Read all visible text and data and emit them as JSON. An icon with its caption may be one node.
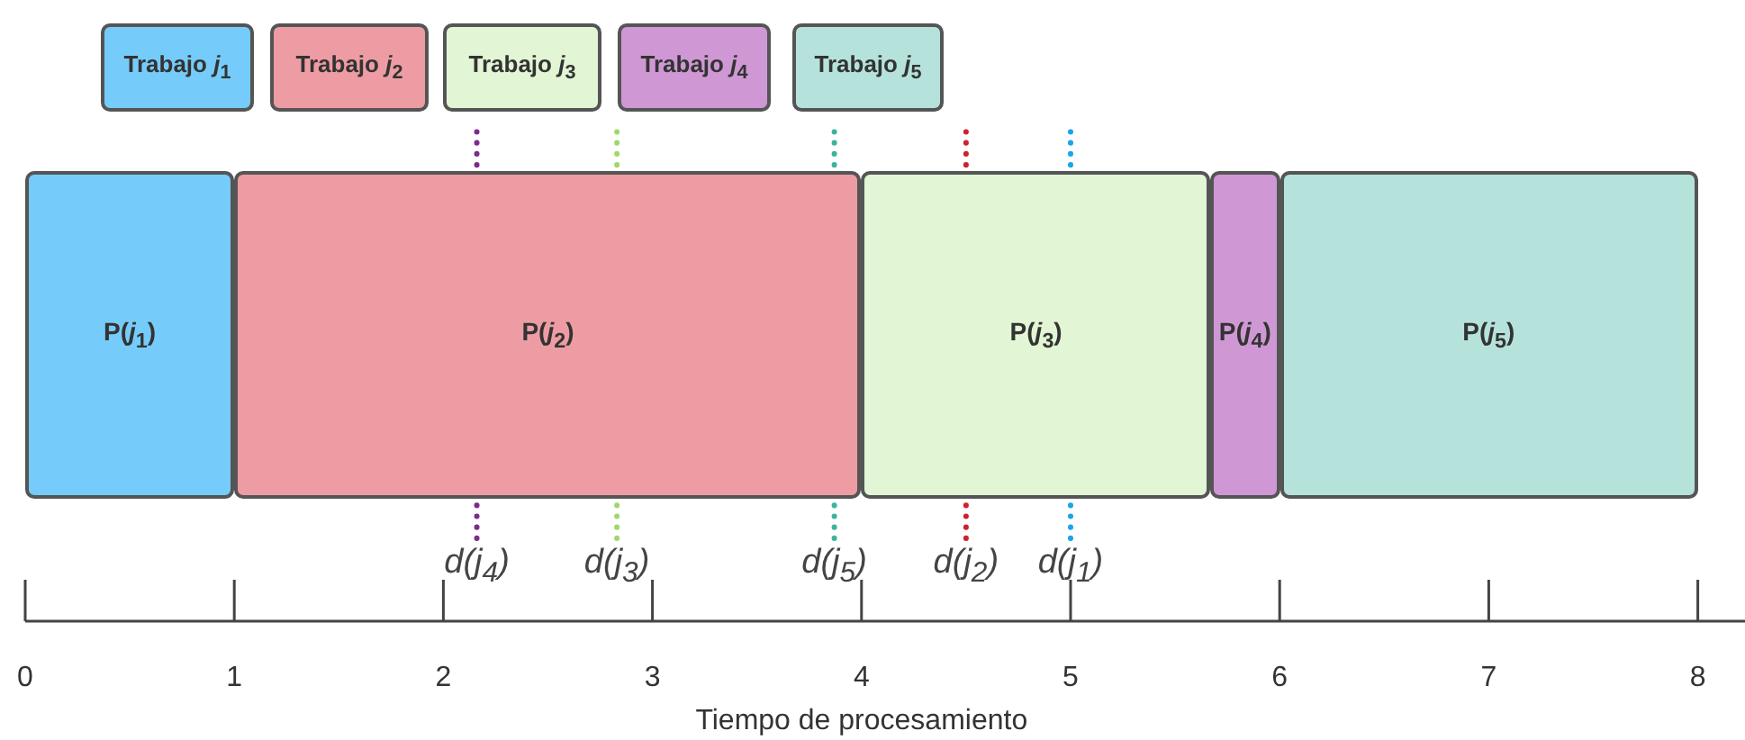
{
  "diagram": {
    "nodes": [
      {
        "text": [
          "P(*j*$_{1}$)"
        ]
      },
      {
        "text": [
          "P(*j*$_{2}$)"
        ]
      },
      {
        "text": [
          "P(*j*$_{3}$)"
        ]
      },
      {
        "text": [
          "P(*j*$_{4}$)"
        ]
      },
      {
        "text": [
          "P(*j*$_{5}$)"
        ]
      },
      {
        "text": [
          "d(j$_{4}$)"
        ]
      },
      {
        "text": [
          "d(j$_{3}$)"
        ]
      },
      {
        "text": [
          "d(j$_{5}$)"
        ]
      },
      {
        "text": [
          "d(j$_{2}$)"
        ]
      },
      {
        "text": [
          "d(j$_{1}$)"
        ]
      }
    ],
    "edges": [
      {
        "from": 5,
        "to": null,
        "arrow": "none",
        "style": "dashed",
        "color": "#7b2c8c"
      },
      {
        "from": 6,
        "to": null,
        "arrow": "none",
        "style": "dashed",
        "color": "#9ed96a"
      },
      {
        "from": 7,
        "to": null,
        "arrow": "none",
        "style": "dashed",
        "color": "#3cb39f"
      },
      {
        "from": 8,
        "to": null,
        "arrow": "none",
        "style": "dashed",
        "color": "#d0202e"
      },
      {
        "from": 9,
        "to": null,
        "arrow": "none",
        "style": "dashed",
        "color": "#1aa5e8"
      }
    ],
    "labels": [
      "0",
      "1",
      "2",
      "3",
      "4",
      "5",
      "6",
      "7",
      "8",
      "Tiempo de procesamiento"
    ],
    "legend": [
      {
        "text": "Trabajo *j*$_{1}$",
        "color": "#75ccfa"
      },
      {
        "text": "Trabajo *j*$_{2}$",
        "color": "#ee9ca3"
      },
      {
        "text": "Trabajo *j*$_{3}$",
        "color": "#e2f5d4"
      },
      {
        "text": "Trabajo *j*$_{4}$",
        "color": "#cf98d4"
      },
      {
        "text": "Trabajo *j*$_{5}$",
        "color": "#b5e3dc"
      }
    ]
  }
}
